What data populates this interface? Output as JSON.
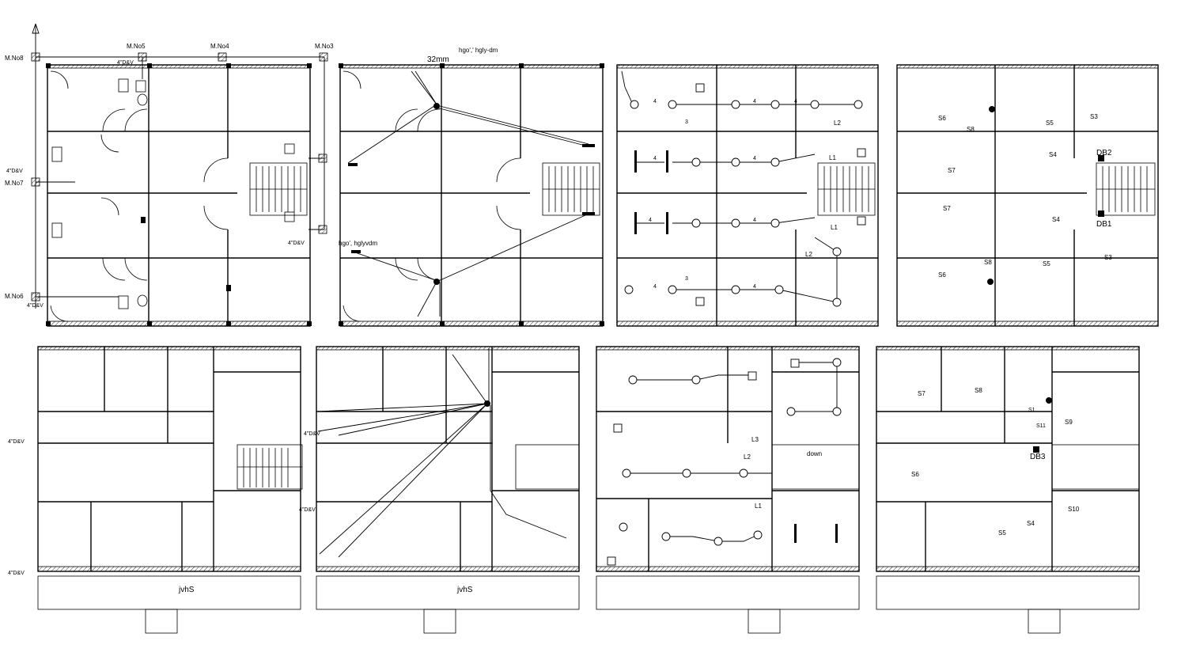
{
  "labels": {
    "meter6": "M.No6",
    "meter7": "M.No7",
    "meter8": "M.No8",
    "meter5": "M.No5",
    "meter4": "M.No4",
    "meter3": "M.No3",
    "pipe": "4\"D&V",
    "pipe_size": "32mm",
    "note_top": "hgo',' hgly-dm",
    "note_mid": "hgo', hglyvdm",
    "jvhs": "jvhS",
    "db1": "DB1",
    "db2": "DB2",
    "db3": "DB3",
    "down": "down",
    "l1": "L1",
    "l2": "L2",
    "l3": "L3",
    "s1": "S1",
    "s3": "S3",
    "s4": "S4",
    "s5": "S5",
    "s6": "S6",
    "s7": "S7",
    "s8": "S8",
    "s9": "S9",
    "s10": "S10",
    "s11": "S11",
    "n3": "3",
    "n4": "4"
  }
}
